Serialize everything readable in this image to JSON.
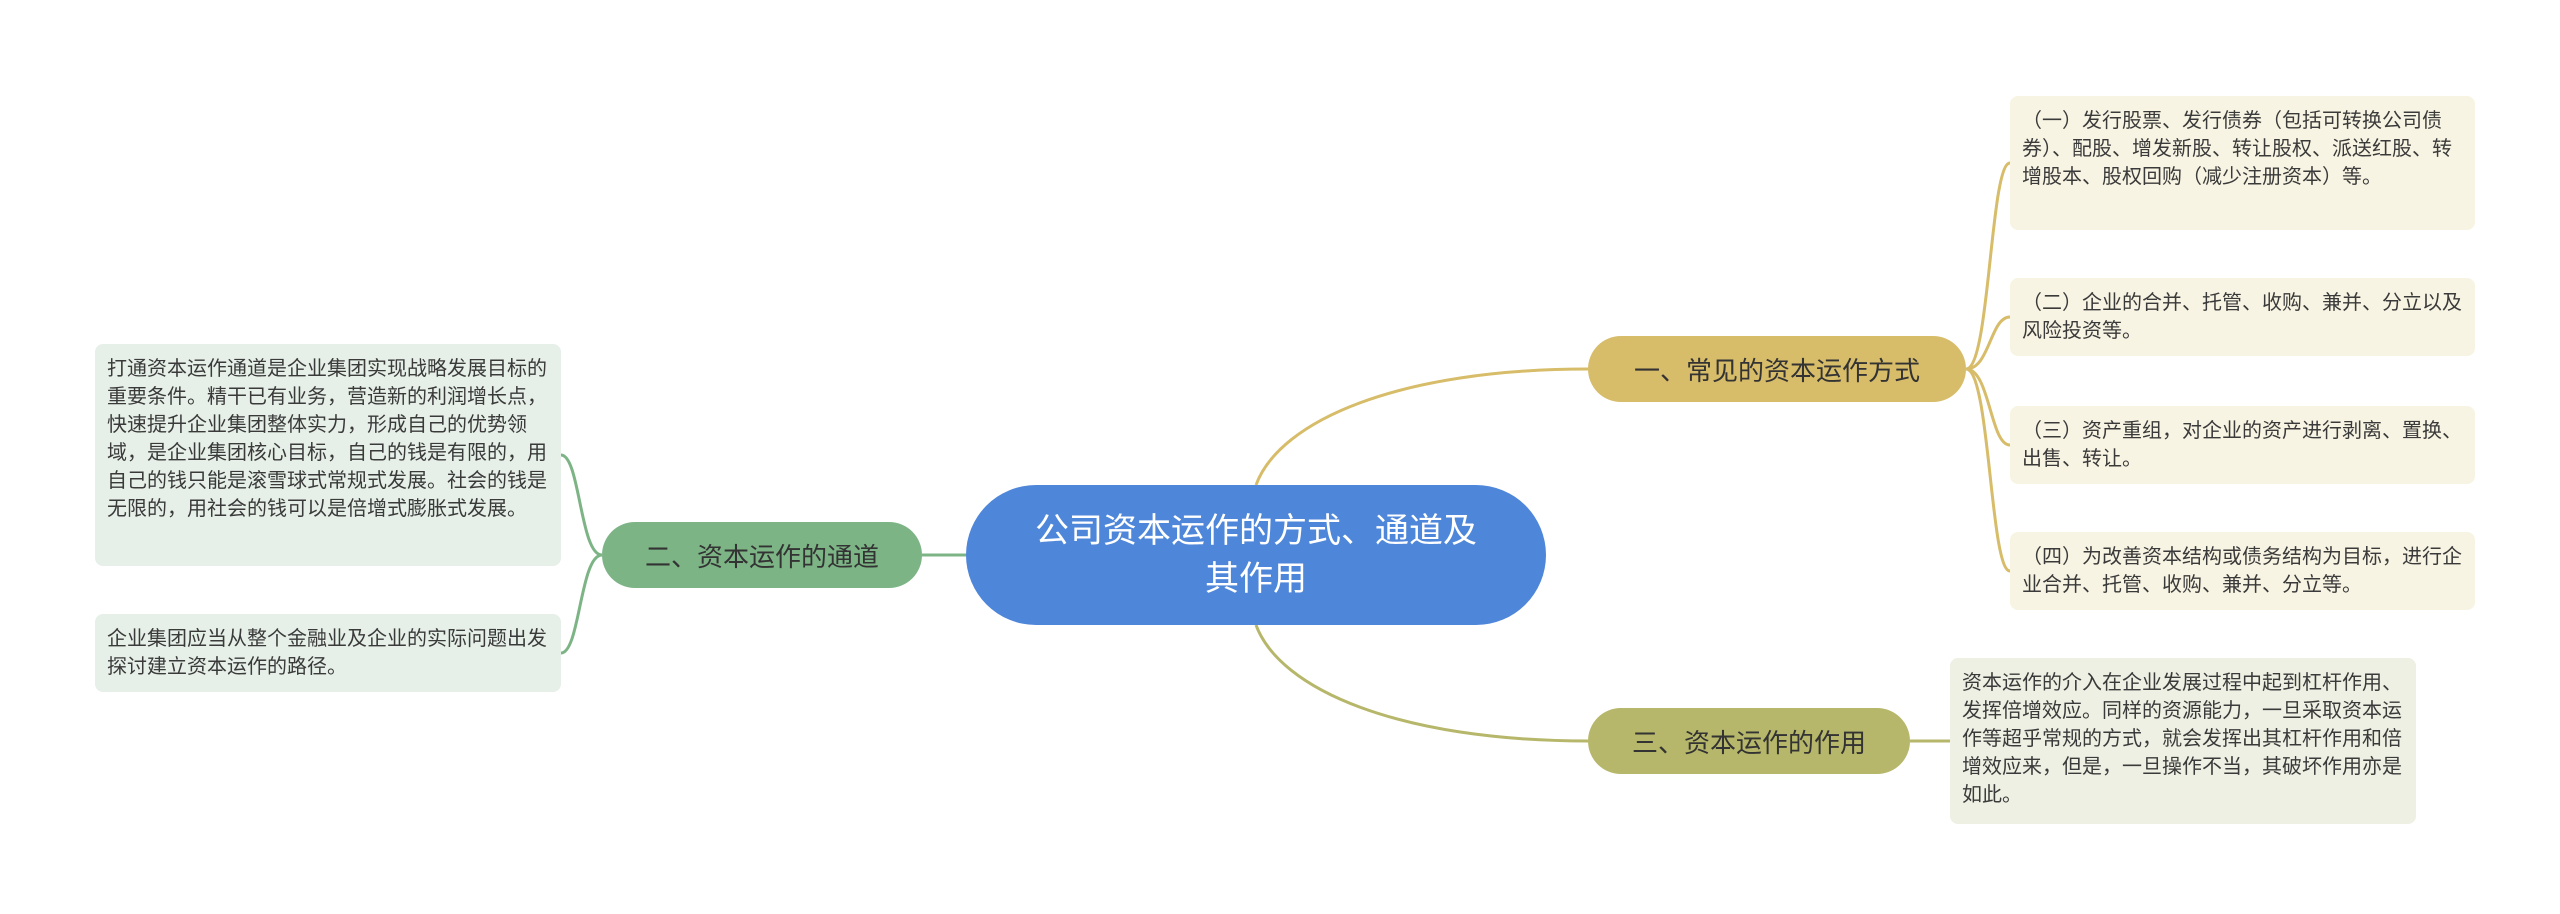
{
  "mindmap": {
    "root": "公司资本运作的方式、通道及其作用",
    "branches": [
      {
        "label": "一、常见的资本运作方式",
        "color": "#d7bc69",
        "items": [
          "（一）发行股票、发行债券（包括可转换公司债券）、配股、增发新股、转让股权、派送红股、转增股本、股权回购（减少注册资本）等。",
          "（二）企业的合并、托管、收购、兼并、分立以及风险投资等。",
          "（三）资产重组，对企业的资产进行剥离、置换、出售、转让。",
          "（四）为改善资本结构或债务结构为目标，进行企业合并、托管、收购、兼并、分立等。"
        ]
      },
      {
        "label": "二、资本运作的通道",
        "color": "#7db486",
        "items": [
          "打通资本运作通道是企业集团实现战略发展目标的重要条件。精干已有业务，营造新的利润增长点，快速提升企业集团整体实力，形成自己的优势领域，是企业集团核心目标，自己的钱是有限的，用自己的钱只能是滚雪球式常规式发展。社会的钱是无限的，用社会的钱可以是倍增式膨胀式发展。",
          "企业集团应当从整个金融业及企业的实际问题出发探讨建立资本运作的路径。"
        ]
      },
      {
        "label": "三、资本运作的作用",
        "color": "#b6b76a",
        "items": [
          "资本运作的介入在企业发展过程中起到杠杆作用、发挥倍增效应。同样的资源能力，一旦采取资本运作等超乎常规的方式，就会发挥出其杠杆作用和倍增效应来，但是，一旦操作不当，其破坏作用亦是如此。"
        ]
      }
    ],
    "root_color": "#4e86d9"
  }
}
